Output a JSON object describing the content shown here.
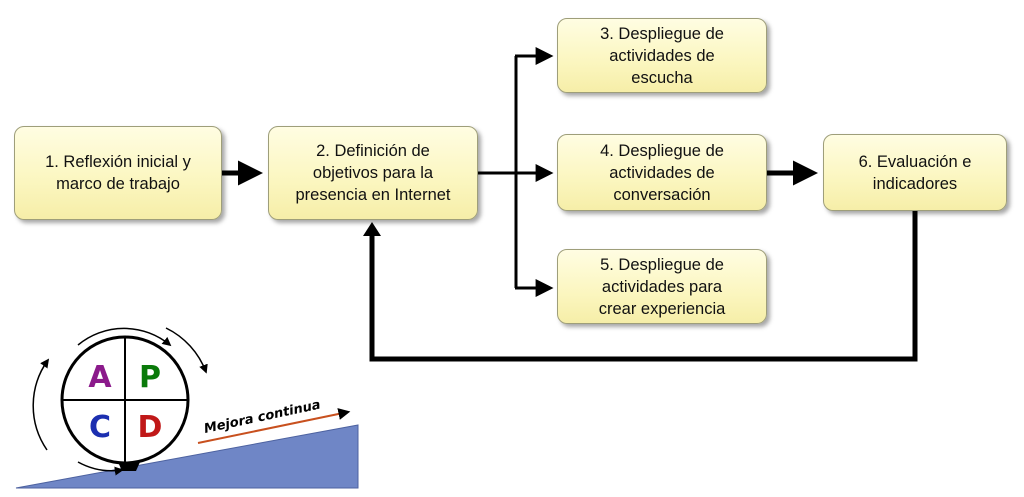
{
  "flow": {
    "boxes": [
      {
        "id": "b1",
        "lines": [
          "1. Reflexión inicial y",
          "marco de trabajo"
        ]
      },
      {
        "id": "b2",
        "lines": [
          "2. Definición de",
          "objetivos para la",
          "presencia en Internet"
        ]
      },
      {
        "id": "b3",
        "lines": [
          "3. Despliegue de",
          "actividades de",
          "escucha"
        ]
      },
      {
        "id": "b4",
        "lines": [
          "4. Despliegue de",
          "actividades de",
          "conversación"
        ]
      },
      {
        "id": "b5",
        "lines": [
          "5. Despliegue de",
          "actividades para",
          "crear experiencia"
        ]
      },
      {
        "id": "b6",
        "lines": [
          "6. Evaluación e",
          "indicadores"
        ]
      }
    ]
  },
  "pdca": {
    "letters": {
      "a": "A",
      "p": "P",
      "c": "C",
      "d": "D"
    },
    "colors": {
      "a": "#8b1a8b",
      "p": "#0a7a0a",
      "c": "#1c2fb0",
      "d": "#c01818"
    },
    "ramp_label": "Mejora continua",
    "ramp_color": "#6f86c6",
    "ramp_arrow_color": "#c8501e"
  }
}
